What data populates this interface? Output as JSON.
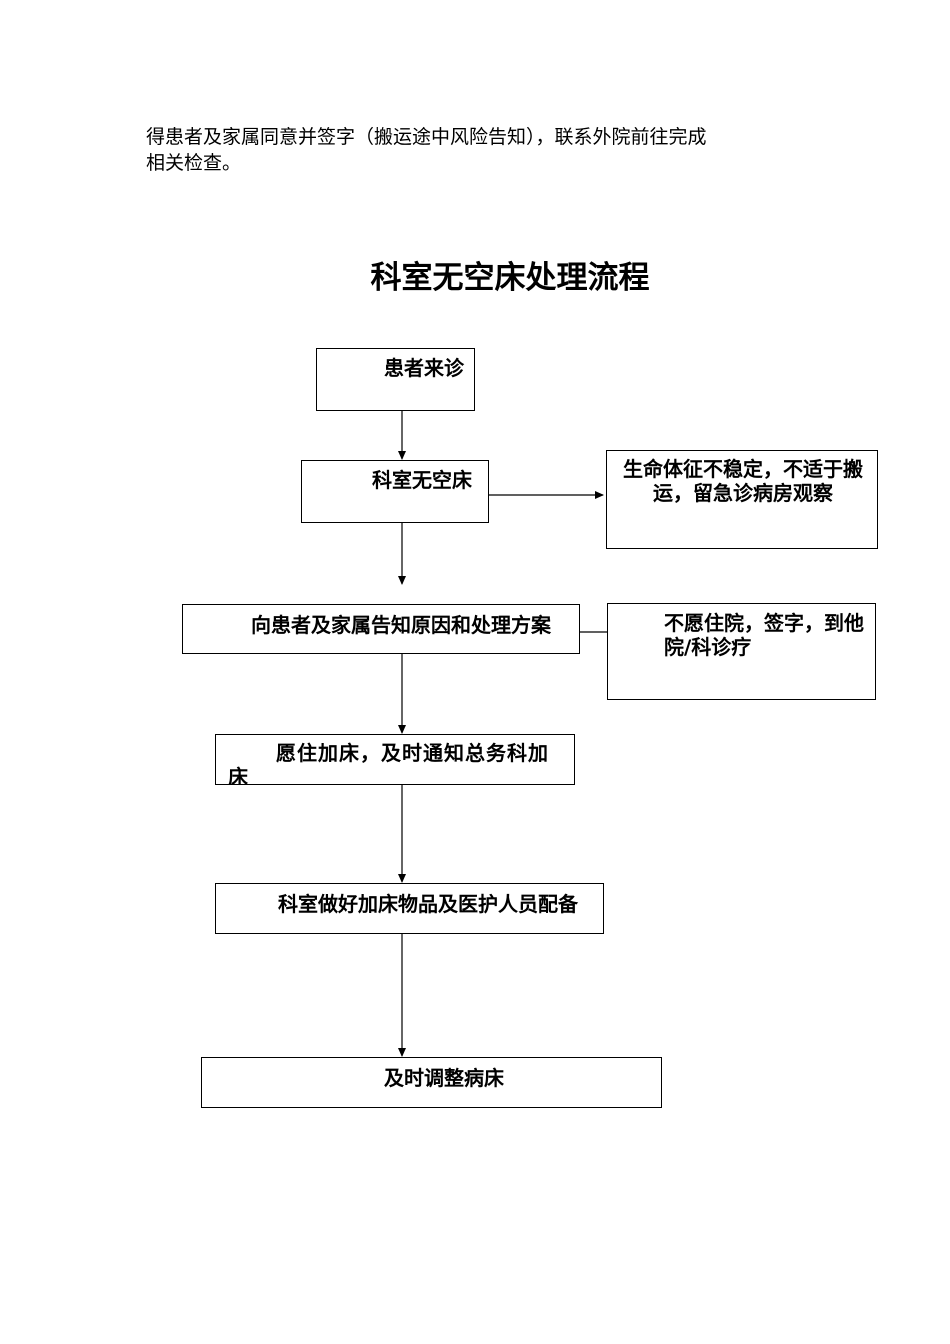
{
  "intro": {
    "line1": "得患者及家属同意并签字（搬运途中风险告知），联系外院前往完成",
    "line2": "相关检查。"
  },
  "title": "科室无空床处理流程",
  "flowchart": {
    "patient_arrives": "患者来诊",
    "no_empty_bed": "科室无空床",
    "unstable_vitals": "生命体征不稳定，不适于搬运，留急诊病房观察",
    "inform_family": "向患者及家属告知原因和处理方案",
    "refuse_admission": "不愿住院，签字，到他院/科诊疗",
    "add_bed": "愿住加床，及时通知总务科加床",
    "prepare_bed": "科室做好加床物品及医护人员配备",
    "adjust_beds": "及时调整病床"
  }
}
